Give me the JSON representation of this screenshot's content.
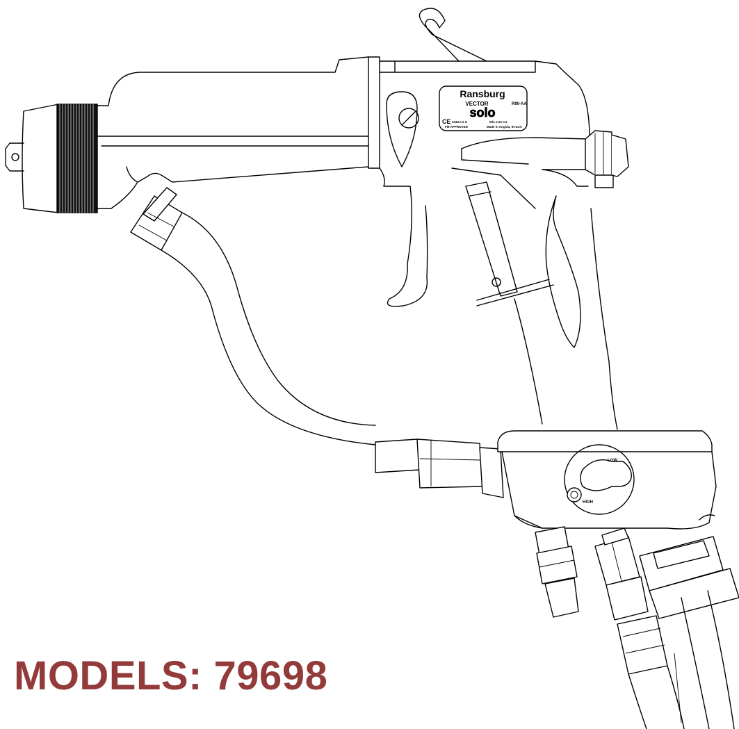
{
  "caption": "MODELS: 79698",
  "caption_color": "#933b3b",
  "nameplate": {
    "brand": "Ransburg",
    "line": "VECTOR",
    "model": "solo",
    "code": "R90-AA",
    "mark_ce": "CE",
    "spec_left": "0344 II 2 G",
    "spec_left2": "FM APPROVED",
    "spec_right": "Min 0.24 mJ",
    "spec_right2": "Made in Angola, IN USA"
  },
  "selector": {
    "low": "LOW",
    "high": "HIGH"
  }
}
